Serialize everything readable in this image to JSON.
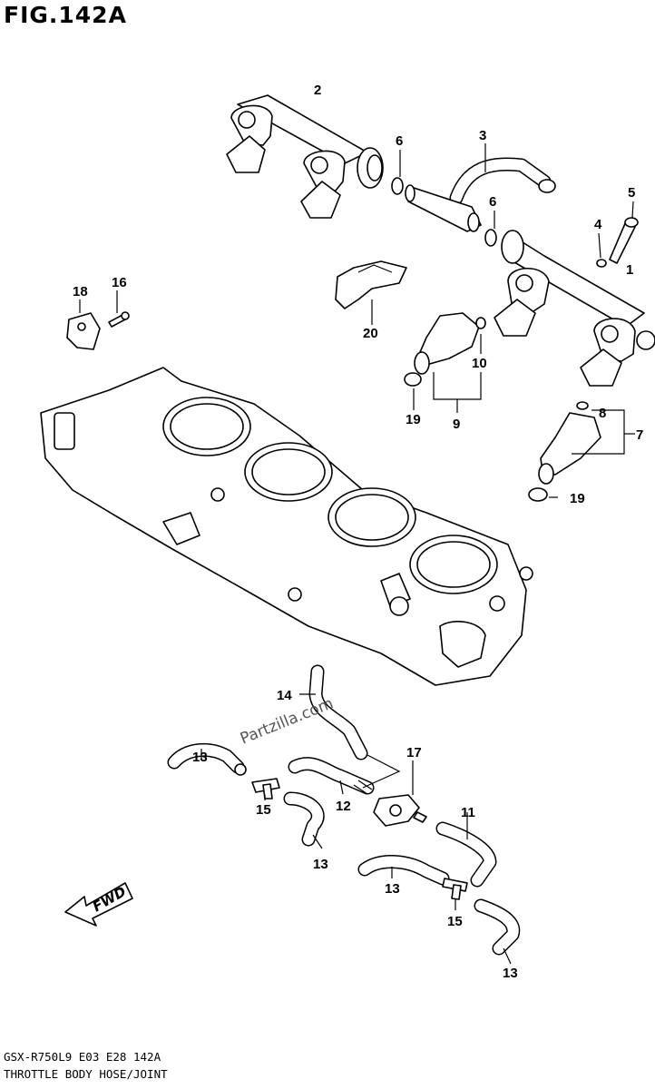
{
  "figure": {
    "title": "FIG.142A"
  },
  "watermark": "Partzilla.com",
  "fwd": {
    "label": "FWD"
  },
  "footer": {
    "line1": "GSX-R750L9  E03  E28  142A",
    "line2": "THROTTLE BODY HOSE/JOINT"
  },
  "callouts": {
    "c1": "1",
    "c2": "2",
    "c3": "3",
    "c4": "4",
    "c5": "5",
    "c6a": "6",
    "c6b": "6",
    "c7": "7",
    "c8": "8",
    "c9": "9",
    "c10": "10",
    "c11": "11",
    "c12": "12",
    "c13a": "13",
    "c13b": "13",
    "c13c": "13",
    "c13d": "13",
    "c14": "14",
    "c15a": "15",
    "c15b": "15",
    "c16": "16",
    "c17": "17",
    "c18": "18",
    "c19a": "19",
    "c19b": "19",
    "c20": "20"
  }
}
